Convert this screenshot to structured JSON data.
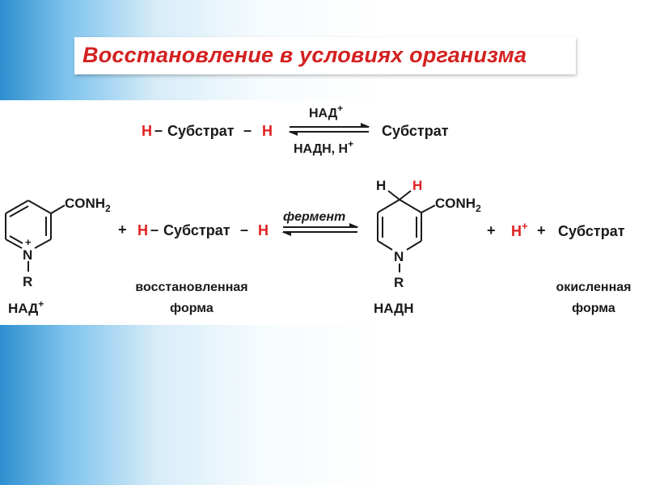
{
  "title": "Восстановление в условиях организма",
  "reaction1": {
    "h_left": "H",
    "dash1": "–",
    "substrate_label": "Субстрат",
    "dash2": "–",
    "h_right": "H",
    "arrow_top_label": "НАД",
    "arrow_top_sup": "+",
    "arrow_bottom_label": "НАДН, Н",
    "arrow_bottom_sup": "+",
    "product": "Субстрат"
  },
  "reaction2": {
    "nad_ring": {
      "substituent": "CONH",
      "substituent_sub": "2",
      "n_atom": "N",
      "n_charge": "+",
      "r_group": "R"
    },
    "nad_label": "НАД",
    "nad_label_sup": "+",
    "plus1": "+",
    "h_left": "H",
    "dash1": "–",
    "substrate_label": "Субстрат",
    "dash2": "–",
    "h_right": "H",
    "enzyme_label": "фермент",
    "nadh_ring": {
      "h1": "H",
      "h2": "H",
      "substituent": "CONH",
      "substituent_sub": "2",
      "n_atom": "N",
      "r_group": "R"
    },
    "nadh_label": "НАДН",
    "plus2": "+",
    "h_plus": "H",
    "h_plus_sup": "+",
    "plus3": "+",
    "product": "Субстрат",
    "reduced_form_line1": "восстановленная",
    "reduced_form_line2": "форма",
    "oxidized_form_line1": "окисленная",
    "oxidized_form_line2": "форма"
  },
  "colors": {
    "title": "#d42020",
    "hydrogen": "#e02020",
    "text": "#1a1a1a",
    "panel_blue": "#2f8fd0"
  }
}
